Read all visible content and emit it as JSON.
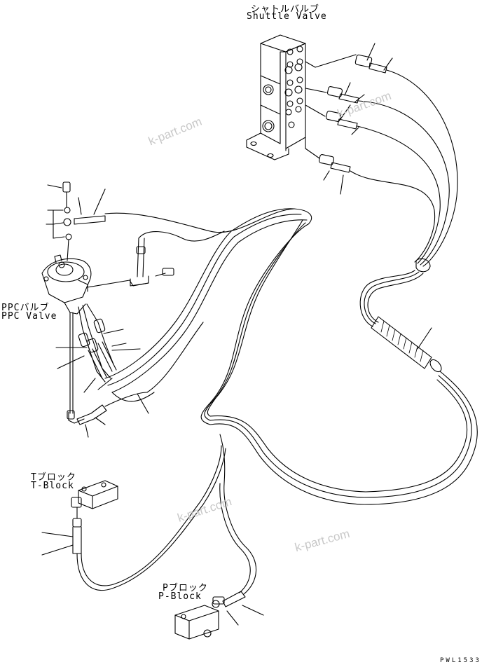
{
  "labels": {
    "shuttle_valve_jp": "シャトルバルブ",
    "shuttle_valve_en": "Shuttle Valve",
    "ppc_valve_jp": "PPCバルブ",
    "ppc_valve_en": "PPC Valve",
    "t_block_jp": "Tブロック",
    "t_block_en": "T-Block",
    "p_block_jp": "Pブロック",
    "p_block_en": "P-Block"
  },
  "watermarks": [
    "k-part.com",
    "k-part.com",
    "k-part.com",
    "k-part.com"
  ],
  "drawing_code": "PWL1533",
  "colors": {
    "line": "#000000",
    "watermark": "#c8c8c8",
    "background": "#ffffff"
  }
}
